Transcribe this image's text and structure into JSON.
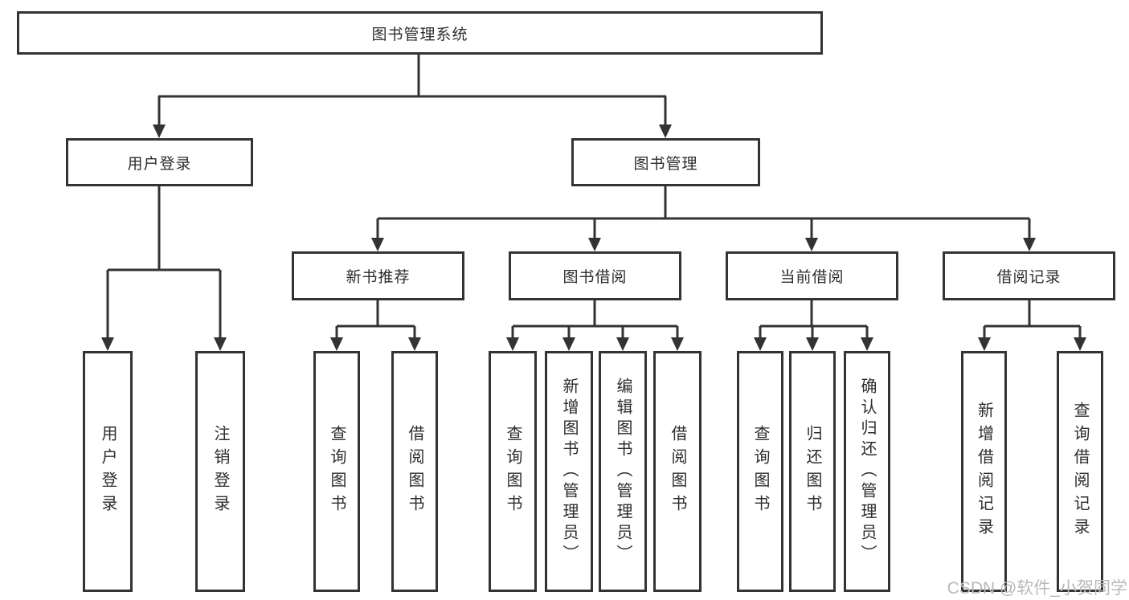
{
  "diagram": {
    "title": "图书管理系统",
    "level2": {
      "user_login": "用户登录",
      "book_mgmt": "图书管理"
    },
    "level3": {
      "new_books": "新书推荐",
      "borrowing": "图书借阅",
      "current": "当前借阅",
      "records": "借阅记录"
    },
    "leaves": {
      "user_login": [
        "用户登录",
        "注销登录"
      ],
      "new_books": [
        "查询图书",
        "借阅图书"
      ],
      "borrowing": [
        "查询图书",
        "新增图书（管理员）",
        "编辑图书（管理员）",
        "借阅图书"
      ],
      "current": [
        "查询图书",
        "归还图书",
        "确认归还（管理员）"
      ],
      "records": [
        "新增借阅记录",
        "查询借阅记录"
      ]
    }
  },
  "watermark": "CSDN @软件_小贺同学",
  "colors": {
    "line": "#333333",
    "text": "#2d2d2d",
    "watermark_gray": "#b9b9b9",
    "background": "#ffffff"
  }
}
